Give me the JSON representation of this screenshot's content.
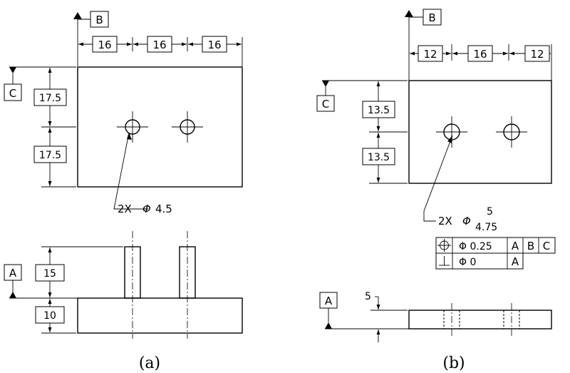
{
  "figure_a": {
    "caption": "(a)",
    "datums": {
      "b": "B",
      "c": "C",
      "a": "A"
    },
    "dims_top": [
      "16",
      "16",
      "16"
    ],
    "dims_left": [
      "17.5",
      "17.5"
    ],
    "hole_callout": {
      "count": "2X",
      "symbol": "Φ",
      "size": "4.5"
    },
    "dims_side": [
      "15",
      "10"
    ]
  },
  "figure_b": {
    "caption": "(b)",
    "datums": {
      "b": "B",
      "c": "C",
      "a": "A"
    },
    "dims_top": [
      "12",
      "16",
      "12"
    ],
    "dims_left": [
      "13.5",
      "13.5"
    ],
    "hole_callout": {
      "count": "2X",
      "symbol": "Φ",
      "upper": "5",
      "lower": "4.75"
    },
    "fcf": [
      {
        "symbol": "⌖",
        "tolerance": "Φ 0.25",
        "refs": [
          "A",
          "B",
          "C"
        ]
      },
      {
        "symbol": "⊥",
        "tolerance": "Φ 0",
        "refs": [
          "A"
        ]
      }
    ],
    "side_dim": "5"
  }
}
